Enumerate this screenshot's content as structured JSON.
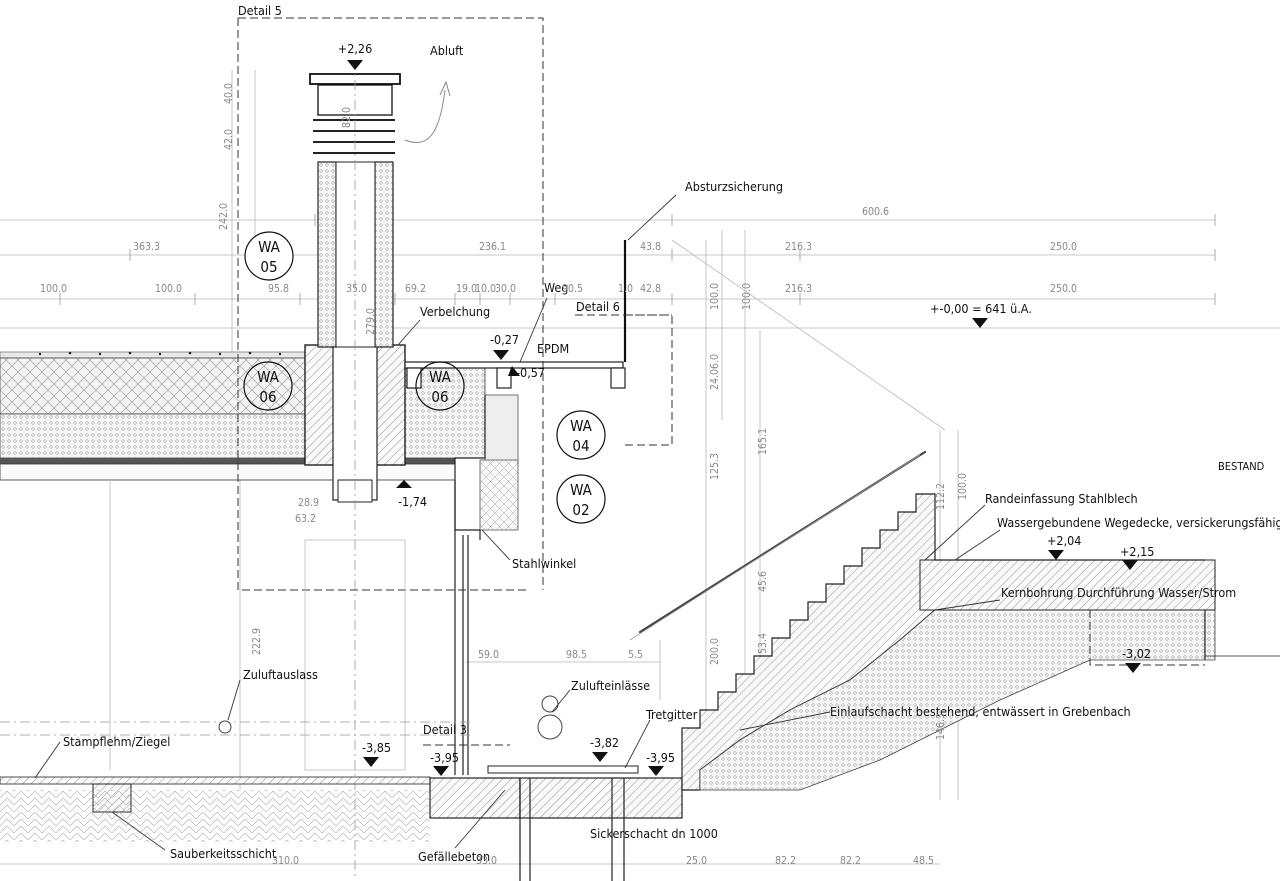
{
  "details": {
    "detail5": "Detail 5",
    "detail6": "Detail 6",
    "detail3": "Detail 3"
  },
  "notes": {
    "abluft": "Abluft",
    "absturz": "Absturzsicherung",
    "verbelchung": "Verbelchung",
    "weg": "Weg",
    "epdm": "EPDM",
    "reference": "+-0,00 = 641 ü.A.",
    "bestand": "BESTAND",
    "randeinfassung": "Randeinfassung Stahlblech",
    "wassergebunden": "Wassergebundene Wegedecke, versickerungsfähig",
    "kernbohrung": "Kernbohrung Durchführung Wasser/Strom",
    "stahlwinkel": "Stahlwinkel",
    "zuluftauslass": "Zuluftauslass",
    "zulufteinlaesse": "Zulufteinlässe",
    "tretgitter": "Tretgitter",
    "einlaufschacht": "Einlaufschacht bestehend, entwässert in Grebenbach",
    "stampflehm": "Stampflehm/Ziegel",
    "sauberkeit": "Sauberkeitsschicht",
    "gefaelle": "Gefällebeton",
    "sickerschacht": "Sickerschacht dn 1000"
  },
  "levels": {
    "l226": "+2,26",
    "lm027": "-0,27",
    "lm057": "-0,57",
    "lm174": "-1,74",
    "l204": "+2,04",
    "l215": "+2,15",
    "lm302": "-3,02",
    "lm385": "-3,85",
    "lm395a": "-3,95",
    "lm382": "-3,82",
    "lm395b": "-3,95"
  },
  "tags": {
    "wa05": [
      "WA",
      "05"
    ],
    "wa06a": [
      "WA",
      "06"
    ],
    "wa06b": [
      "WA",
      "06"
    ],
    "wa04": [
      "WA",
      "04"
    ],
    "wa02": [
      "WA",
      "02"
    ]
  },
  "dims": {
    "d6006": "600.6",
    "d3633": "363.3",
    "d2361": "236.1",
    "d438": "43.8",
    "d2163a": "216.3",
    "d2500a": "250.0",
    "d1000a": "100.0",
    "d1000b": "100.0",
    "d958": "95.8",
    "d350": "35.0",
    "d692": "69.2",
    "d190": "19.0",
    "d100": "10.0",
    "d300": "30.0",
    "d905": "90.5",
    "d10": "1.0",
    "d428": "42.8",
    "d2163b": "216.3",
    "d2500b": "250.0",
    "d2420": "242.0",
    "d400": "40.0",
    "d420": "42.0",
    "d2790": "279.0",
    "d820": "82.0",
    "d1000v1": "100.0",
    "d1000v2": "100.0",
    "d2406": "24.06.0",
    "d1253": "125.3",
    "d1651": "165.1",
    "d1122": "112.2",
    "d1000v3": "100.0",
    "d456": "45.6",
    "d534": "53.4",
    "d2000": "200.0",
    "d1463": "146.3",
    "d590": "59.0",
    "d985": "98.5",
    "d55": "5.5",
    "d2229": "222.9",
    "d289": "28.9",
    "d632": "63.2",
    "d3100": "310.0",
    "d330": "33.0",
    "d250": "25.0",
    "d822a": "82.2",
    "d822b": "82.2",
    "d485": "48.5"
  }
}
